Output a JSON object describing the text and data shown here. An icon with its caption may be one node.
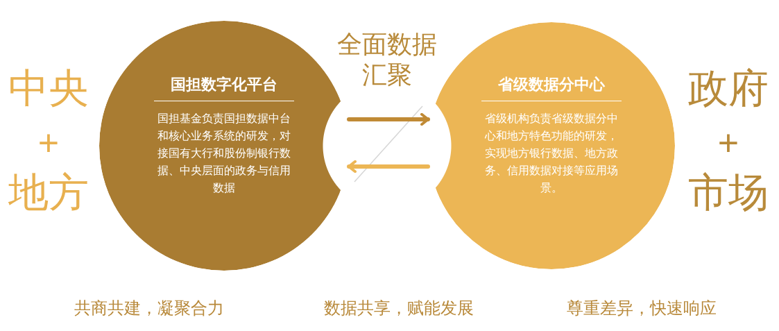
{
  "diagram": {
    "nodes": [
      {
        "text": [
          "国担数字化平台",
          "国担基金负责国担数据中台和核心业务系统的研发，对接国有大行和股份制银行数据、中央层面的政务与信用数据"
        ],
        "beside": [
          "中央",
          "+",
          "地方"
        ]
      },
      {
        "text": [
          "省级数据分中心",
          "省级机构负责省级数据分中心和地方特色功能的研发，实现地方银行数据、地方政务、信用数据对接等应用场景。"
        ],
        "beside": [
          "政府",
          "+",
          "市场"
        ]
      }
    ],
    "edges": [
      {
        "from": 0,
        "to": 1,
        "arrow": "to",
        "color": "#c08a35"
      },
      {
        "from": 1,
        "to": 0,
        "arrow": "to",
        "color": "#ecb655"
      }
    ],
    "labels": [
      "全面数据汇聚",
      "共商共建，凝聚合力",
      "数据共享，赋能发展",
      "尊重差异，快速响应"
    ]
  }
}
